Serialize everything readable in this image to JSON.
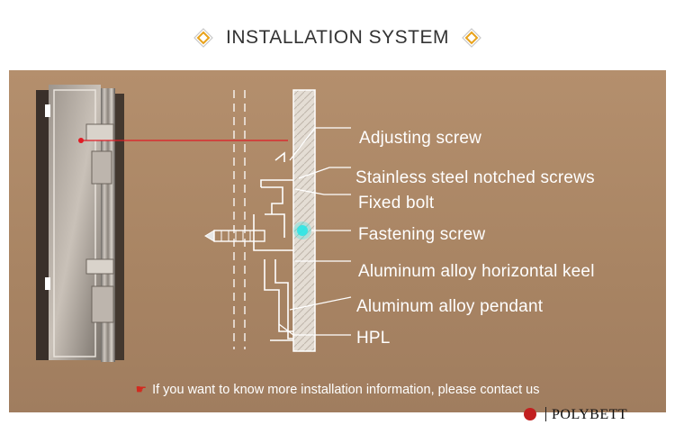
{
  "header": {
    "title": "INSTALLATION SYSTEM",
    "accent": "#e8a21a"
  },
  "diagram": {
    "labels": [
      "Adjusting screw",
      "Stainless steel notched screws",
      "Fixed bolt",
      "Fastening screw",
      "Aluminum alloy horizontal keel",
      "Aluminum alloy pendant",
      "HPL"
    ]
  },
  "brand": {
    "name": "POLYBETT"
  },
  "footer": {
    "text": "If you want to know more installation information, please contact us"
  },
  "colors": {
    "panel": "#ad8966",
    "pointer": "#e01b24",
    "cyan": "#2ee6e6"
  }
}
